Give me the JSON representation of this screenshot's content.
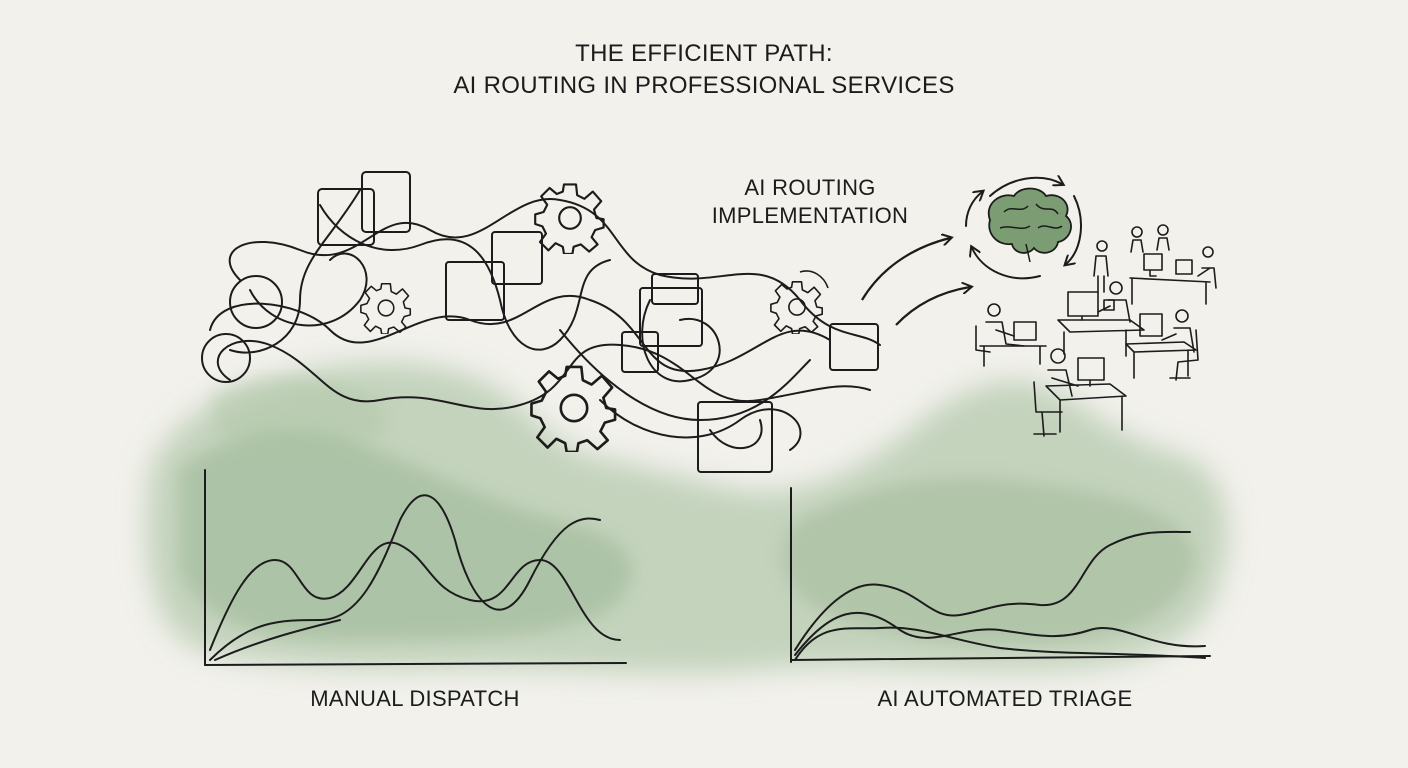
{
  "title": {
    "line1": "THE EFFICIENT PATH:",
    "line2": "AI ROUTING IN PROFESSIONAL SERVICES"
  },
  "transition": {
    "line1": "AI ROUTING",
    "line2": "IMPLEMENTATION"
  },
  "panels": {
    "left_label": "MANUAL DISPATCH",
    "right_label": "AI AUTOMATED TRIAGE"
  },
  "icons": [
    "gear-icon",
    "brain-icon",
    "cycle-arrows-icon",
    "office-workers-icon",
    "arrow-icon"
  ],
  "colors": {
    "ink": "#1c1c1c",
    "wash_green": "#8fae88",
    "brain_green": "#6f9466",
    "paper": "#f2f1ec"
  }
}
